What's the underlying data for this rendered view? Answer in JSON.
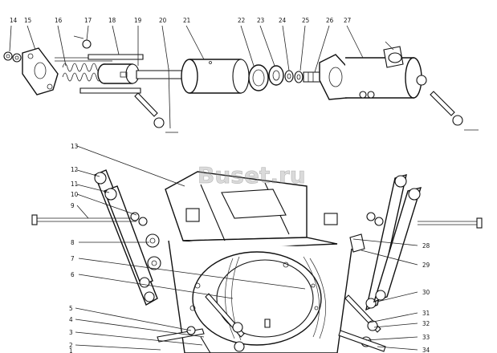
{
  "watermark": "Buset.ru",
  "callouts": {
    "n1": "1",
    "n2": "2",
    "n3": "3",
    "n4": "4",
    "n5": "5",
    "n6": "6",
    "n7": "7",
    "n8": "8",
    "n9": "9",
    "n10": "10",
    "n11": "11",
    "n12": "12",
    "n13": "13",
    "n14": "14",
    "n15": "15",
    "n16": "16",
    "n17": "17",
    "n18": "18",
    "n19": "19",
    "n20": "20",
    "n21": "21",
    "n22": "22",
    "n23": "23",
    "n24": "24",
    "n25": "25",
    "n26": "26",
    "n27": "27",
    "n28": "28",
    "n29": "29",
    "n30": "30",
    "n31": "31",
    "n32": "32",
    "n33": "33",
    "n34": "34"
  }
}
